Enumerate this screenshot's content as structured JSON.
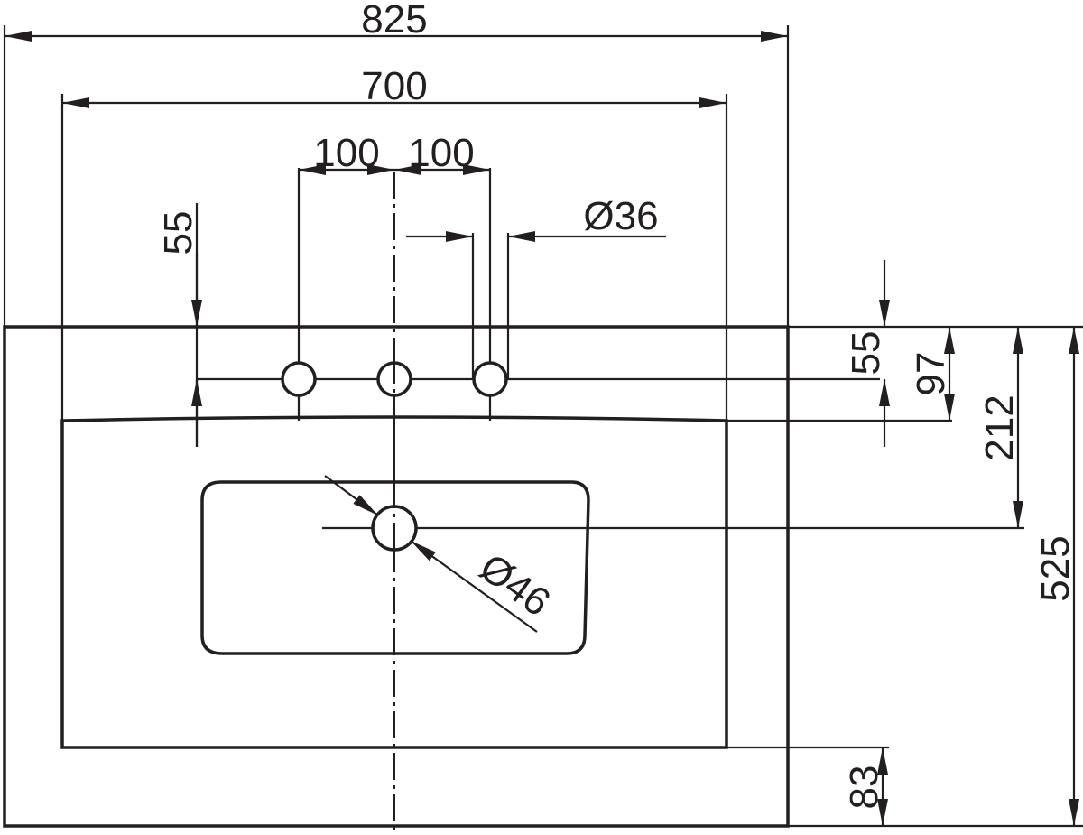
{
  "dimensions": {
    "overall_width": "825",
    "basin_width": "700",
    "tap_spacing_left": "100",
    "tap_spacing_right": "100",
    "tap_hole_diameter": "Ø36",
    "drain_diameter": "Ø46",
    "tap_offset_left": "55",
    "tap_offset_right": "55",
    "tap_to_basin": "97",
    "drain_offset": "212",
    "overall_depth": "525",
    "front_lip": "83"
  },
  "colors": {
    "ink": "#231f20",
    "paper": "#ffffff"
  }
}
